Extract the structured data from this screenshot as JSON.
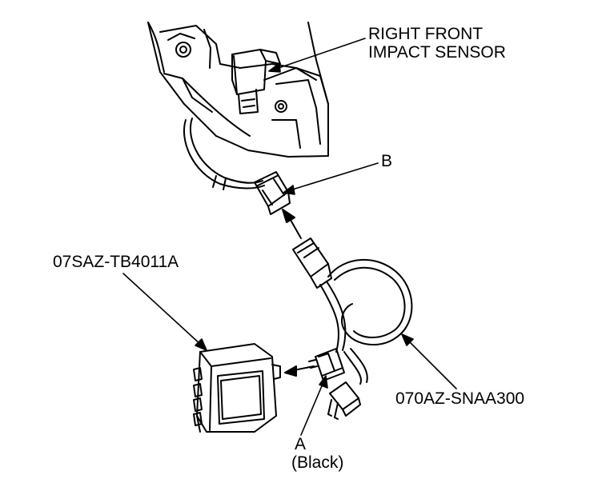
{
  "labels": {
    "sensor_line1": "RIGHT FRONT",
    "sensor_line2": "IMPACT SENSOR",
    "connector_b": "B",
    "tester_part": "07SAZ-TB4011A",
    "harness_part": "070AZ-SNAA300",
    "connector_a": "A",
    "connector_a_color": "(Black)"
  },
  "colors": {
    "line": "#000000",
    "background": "#ffffff"
  }
}
